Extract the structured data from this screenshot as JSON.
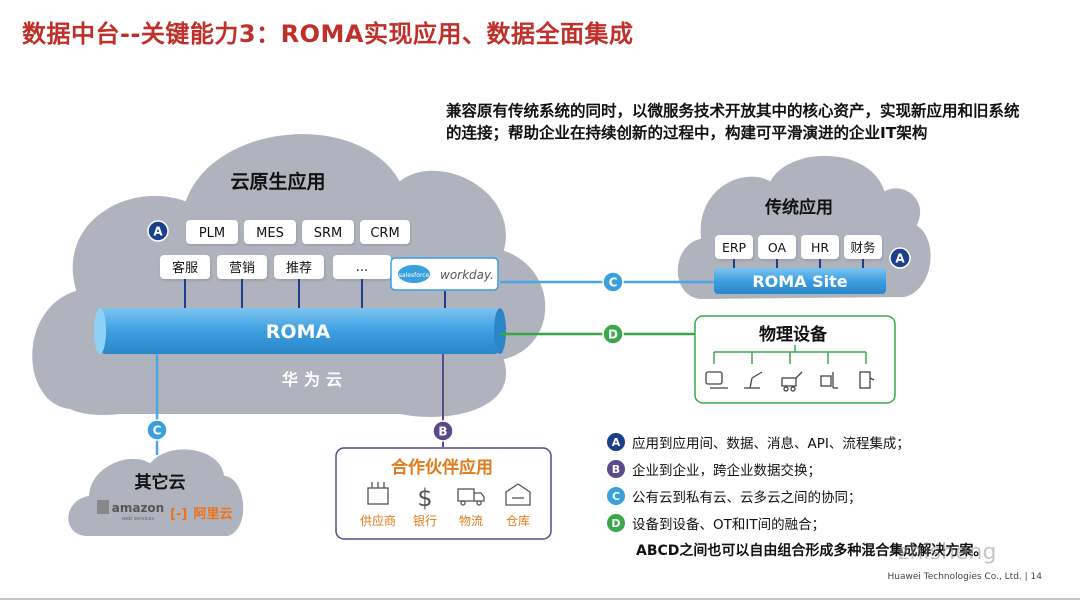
{
  "title": "数据中台--关键能力3：ROMA实现应用、数据全面集成",
  "intro": "兼容原有传统系统的同时，以微服务技术开放其中的核心资产，实现新应用和旧系统的连接；帮助企业在持续创新的过程中，构建可平滑演进的企业IT架构",
  "cloud_native": {
    "title": "云原生应用",
    "badge": "A",
    "apps_row1": [
      "PLM",
      "MES",
      "SRM",
      "CRM"
    ],
    "apps_row2": [
      "客服",
      "营销",
      "推荐",
      "..."
    ],
    "saas_logos": [
      "salesforce",
      "workday."
    ],
    "bus_label": "ROMA",
    "cloud_label": "华为云"
  },
  "traditional": {
    "title": "传统应用",
    "badge": "A",
    "apps": [
      "ERP",
      "OA",
      "HR",
      "财务"
    ],
    "bus_label": "ROMA Site"
  },
  "physical": {
    "title": "物理设备",
    "device_icons": [
      "sensor-icon",
      "robot-arm-icon",
      "excavator-icon",
      "forklift-icon",
      "charger-icon"
    ]
  },
  "other_cloud": {
    "title": "其它云",
    "logos": [
      "amazon",
      "阿里云"
    ],
    "amazon_sub": "web services"
  },
  "partner": {
    "title": "合作伙伴应用",
    "items": [
      {
        "label": "供应商",
        "icon": "factory-icon"
      },
      {
        "label": "银行",
        "icon": "dollar-icon"
      },
      {
        "label": "物流",
        "icon": "truck-icon"
      },
      {
        "label": "仓库",
        "icon": "warehouse-icon"
      }
    ]
  },
  "connectors": {
    "c_top": "C",
    "d": "D",
    "c_left": "C",
    "b": "B"
  },
  "legend": [
    {
      "letter": "A",
      "text": "应用到应用间、数据、消息、API、流程集成；",
      "color": "#1b3f8b"
    },
    {
      "letter": "B",
      "text": "企业到企业，跨企业数据交换；",
      "color": "#5a4a8a"
    },
    {
      "letter": "C",
      "text": "公有云到私有云、云多云之间的协同；",
      "color": "#3aa0dc"
    },
    {
      "letter": "D",
      "text": "设备到设备、OT和IT间的融合；",
      "color": "#3aa84a"
    }
  ],
  "summary": "ABCD之间也可以自由组合形成多种混合集成解决方案。",
  "footer": "Huawei Technologies Co., Ltd.  |  14",
  "watermark": "zhisheng",
  "colors": {
    "title_red": "#c0302b",
    "cloud_gray": "#aeb3bd",
    "roma_blue": "#4aa7e4",
    "green": "#3aa84a",
    "purple": "#5a4a8a",
    "navy": "#1b3f8b"
  }
}
